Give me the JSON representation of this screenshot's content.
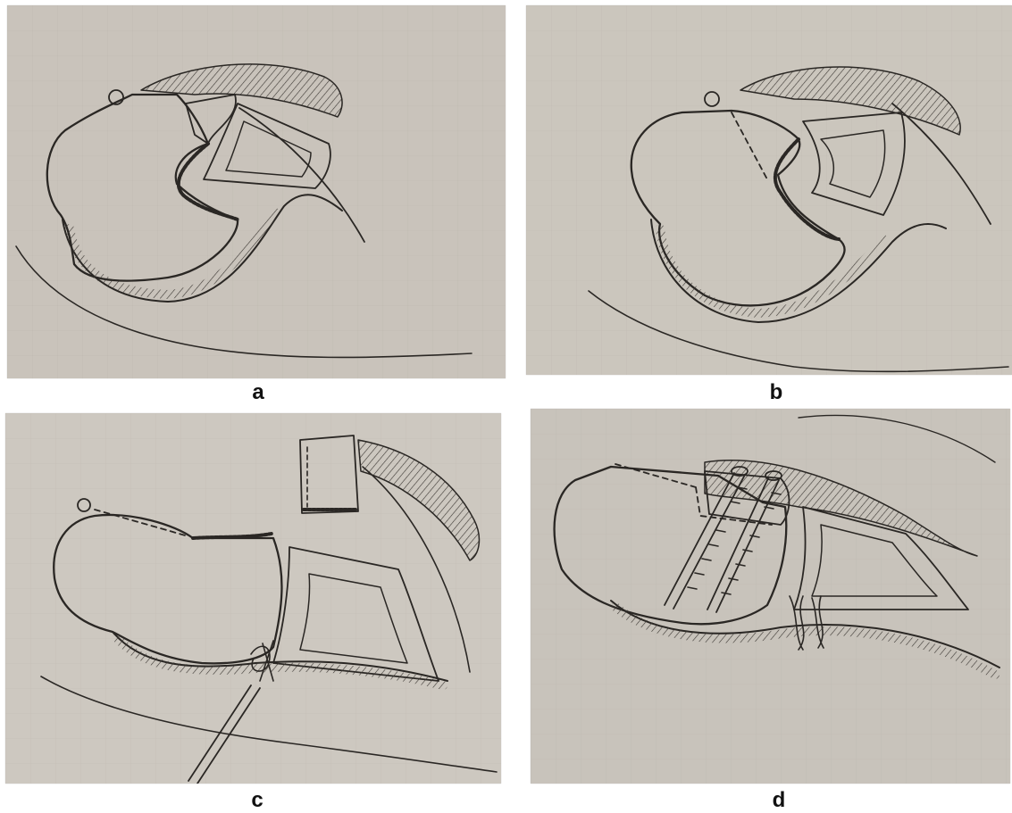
{
  "figure": {
    "panels": [
      {
        "id": "a",
        "label": "a",
        "paper_color": "#c9c3bb",
        "ink_color": "#2a2724"
      },
      {
        "id": "b",
        "label": "b",
        "paper_color": "#cbc6bd",
        "ink_color": "#2a2724"
      },
      {
        "id": "c",
        "label": "c",
        "paper_color": "#cdc8c0",
        "ink_color": "#2a2724"
      },
      {
        "id": "d",
        "label": "d",
        "paper_color": "#c8c3bb",
        "ink_color": "#2a2724"
      }
    ]
  }
}
